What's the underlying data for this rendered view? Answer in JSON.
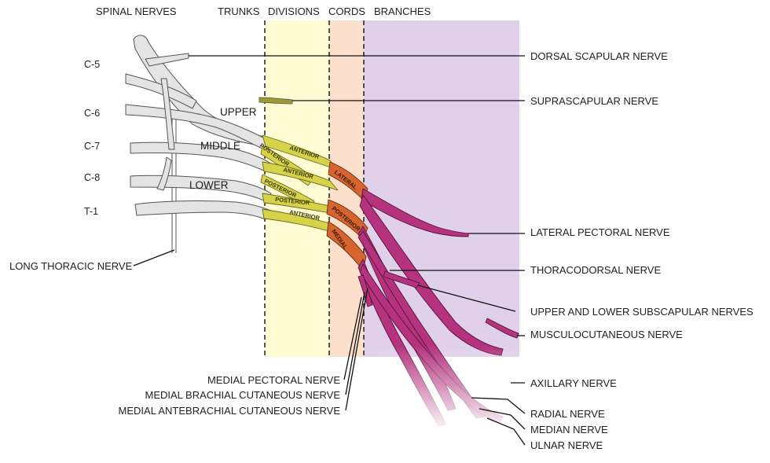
{
  "headers": {
    "spinal_nerves": "SPINAL NERVES",
    "trunks": "TRUNKS",
    "divisions": "DIVISIONS",
    "cords": "CORDS",
    "branches": "BRANCHES"
  },
  "segments": [
    "C-5",
    "C-6",
    "C-7",
    "C-8",
    "T-1"
  ],
  "trunks": {
    "upper": "UPPER",
    "middle": "MIDDLE",
    "lower": "LOWER"
  },
  "divisions": {
    "anterior": "ANTERIOR",
    "posterior": "POSTERIOR"
  },
  "cords": {
    "lateral": "LATERAL",
    "posterior": "POSTERIOR",
    "medial": "MEDIAL"
  },
  "branches_right": [
    "DORSAL SCAPULAR NERVE",
    "SUPRASCAPULAR NERVE",
    "LATERAL PECTORAL NERVE",
    "THORACODORSAL NERVE",
    "UPPER AND LOWER SUBSCAPULAR NERVES",
    "MUSCULOCUTANEOUS NERVE",
    "AXILLARY NERVE",
    "RADIAL NERVE",
    "MEDIAN NERVE",
    "ULNAR NERVE"
  ],
  "branches_left": [
    "LONG THORACIC NERVE",
    "MEDIAL PECTORAL NERVE",
    "MEDIAL BRACHIAL CUTANEOUS NERVE",
    "MEDIAL ANTEBRACHIAL CUTANEOUS NERVE"
  ],
  "colors": {
    "divisions_band": "#fffbd2",
    "cords_band": "#fde0cc",
    "branches_band": "#e0d0ea",
    "nerve_gray": "#e4e4e4",
    "nerve_outline": "#555555",
    "division_nerve": "#d6d24a",
    "cord_nerve": "#d6642e",
    "branch_nerve": "#b5337e"
  }
}
